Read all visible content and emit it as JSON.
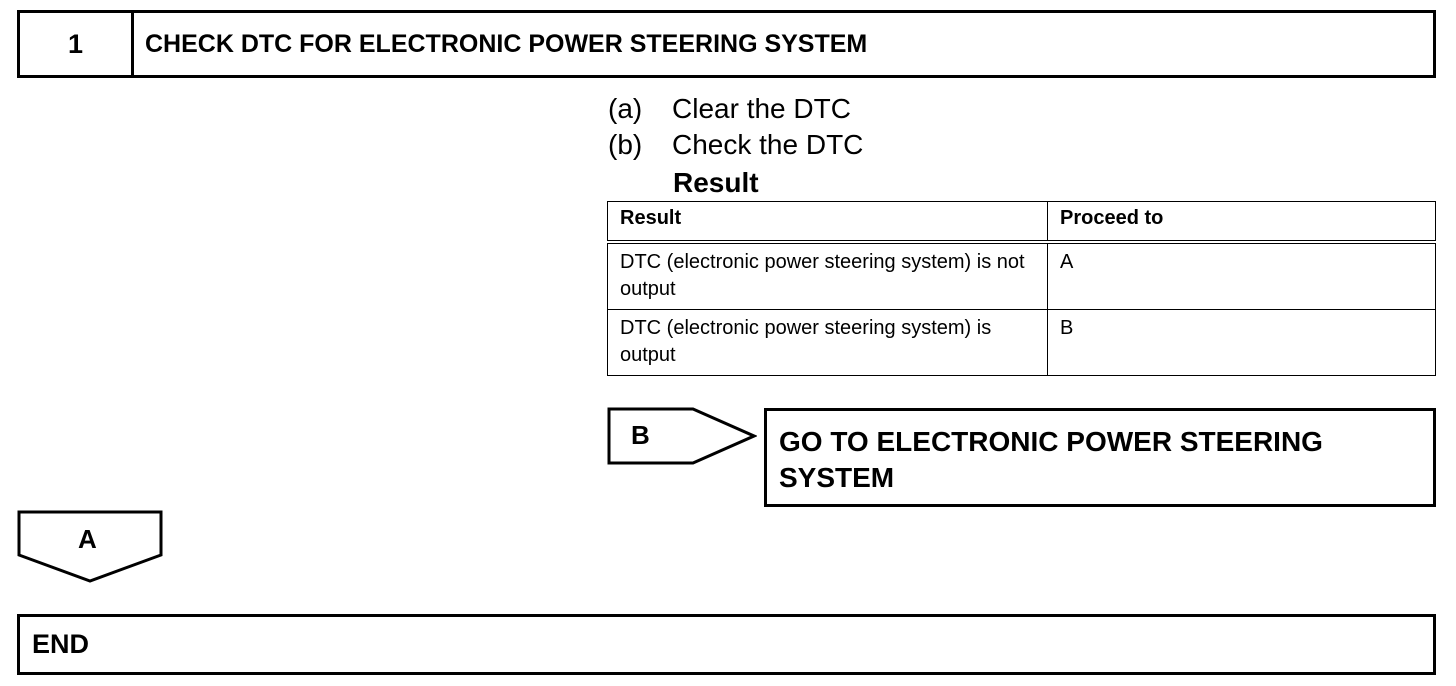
{
  "step": {
    "number": "1",
    "title": "CHECK DTC FOR ELECTRONIC POWER STEERING SYSTEM"
  },
  "instructions": [
    {
      "letter": "(a)",
      "text": "Clear the DTC"
    },
    {
      "letter": "(b)",
      "text": "Check the DTC"
    }
  ],
  "result_heading": "Result",
  "result_table": {
    "headers": [
      "Result",
      "Proceed to"
    ],
    "rows": [
      {
        "result": "DTC (electronic power steering system) is not output",
        "proceed": "A"
      },
      {
        "result": "DTC (electronic power steering system) is output",
        "proceed": "B"
      }
    ]
  },
  "branch_b": {
    "label": "B",
    "target": "GO TO ELECTRONIC POWER STEERING SYSTEM"
  },
  "branch_a": {
    "label": "A"
  },
  "end": {
    "label": "END"
  }
}
